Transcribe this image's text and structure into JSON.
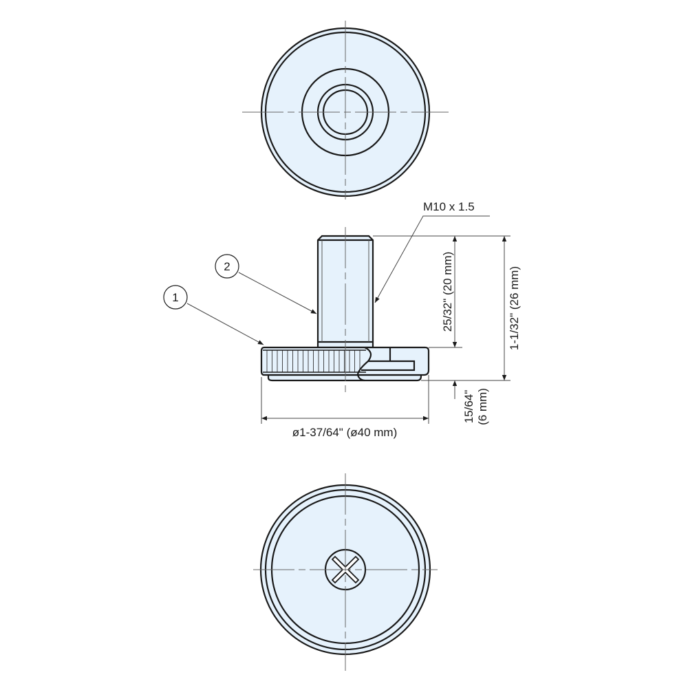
{
  "drawing": {
    "thread_label": "M10 x 1.5",
    "dim_thread_length": "25/32\" (20 mm)",
    "dim_total_height": "1-1/32\" (26 mm)",
    "dim_base_height_line1": "15/64\"",
    "dim_base_height_line2": "(6 mm)",
    "dim_diameter": "ø1-37/64\" (ø40 mm)",
    "balloon_1": "1",
    "balloon_2": "2",
    "colors": {
      "part_fill": "#e6f2fc",
      "line": "#1a1a1a"
    }
  }
}
